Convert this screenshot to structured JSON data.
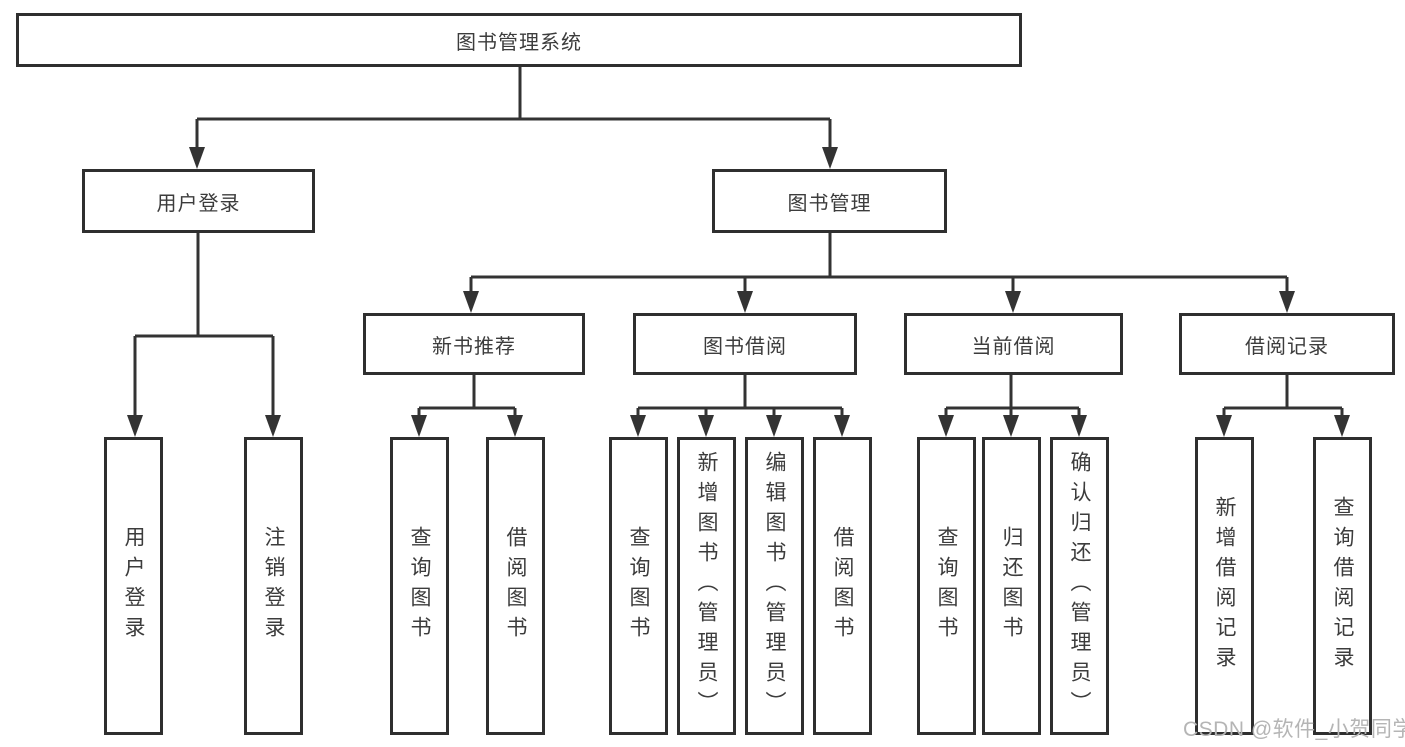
{
  "tree": {
    "root": {
      "label": "图书管理系统",
      "children": [
        {
          "label": "用户登录",
          "children": [
            {
              "label": "用户登录"
            },
            {
              "label": "注销登录"
            }
          ]
        },
        {
          "label": "图书管理",
          "children": [
            {
              "label": "新书推荐",
              "children": [
                {
                  "label": "查询图书"
                },
                {
                  "label": "借阅图书"
                }
              ]
            },
            {
              "label": "图书借阅",
              "children": [
                {
                  "label": "查询图书"
                },
                {
                  "label": "新增图书（管理员）"
                },
                {
                  "label": "编辑图书（管理员）"
                },
                {
                  "label": "借阅图书"
                }
              ]
            },
            {
              "label": "当前借阅",
              "children": [
                {
                  "label": "查询图书"
                },
                {
                  "label": "归还图书"
                },
                {
                  "label": "确认归还（管理员）"
                }
              ]
            },
            {
              "label": "借阅记录",
              "children": [
                {
                  "label": "新增借阅记录"
                },
                {
                  "label": "查询借阅记录"
                }
              ]
            }
          ]
        }
      ]
    }
  },
  "watermark": {
    "text": "CSDN @软件_小贺同学"
  },
  "colors": {
    "line": "#333333",
    "box_border": "#2f2f2f",
    "text": "#3c3c3c",
    "watermark": "#b5b5b5",
    "background": "#ffffff"
  }
}
